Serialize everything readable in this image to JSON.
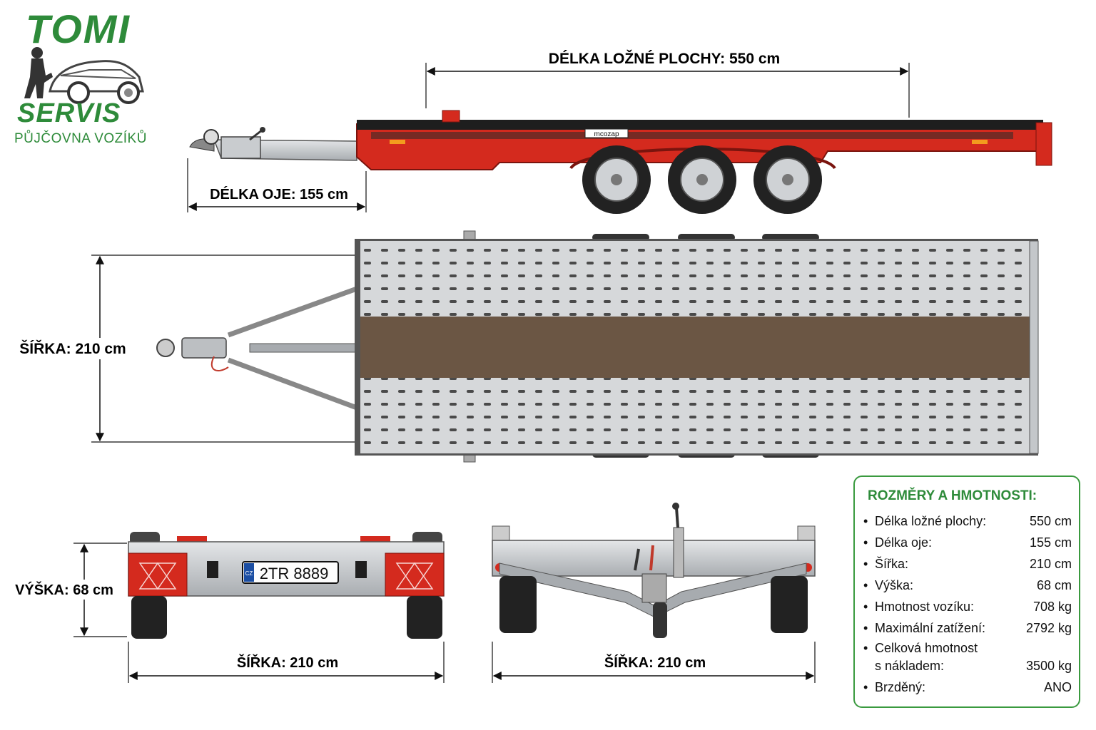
{
  "logo": {
    "name_top": "TOMI",
    "name_bottom": "SERVIS",
    "subtitle": "PŮJČOVNA VOZÍKŮ",
    "color": "#2e8b3a"
  },
  "dimensions": {
    "bed_length": "DÉLKA LOŽNÉ PLOCHY: 550 cm",
    "drawbar_length": "DÉLKA OJE: 155 cm",
    "width_top_view": "ŠÍŘKA: 210 cm",
    "height_rear": "VÝŠKA: 68 cm",
    "width_rear": "ŠÍŘKA: 210 cm",
    "width_front": "ŠÍŘKA: 210 cm"
  },
  "trailer": {
    "brand": "mcozap",
    "license_plate": "2TR 8889",
    "plate_country": "CZ",
    "frame_color": "#d42a1e",
    "steel_color": "#b9bcbf",
    "floor_color": "#6b5644"
  },
  "specs": {
    "title": "ROZMĚRY A HMOTNOSTI:",
    "bullet": "•",
    "rows": [
      {
        "label": "Délka ložné plochy:",
        "value": "550 cm"
      },
      {
        "label": "Délka oje:",
        "value": "155 cm"
      },
      {
        "label": "Šířka:",
        "value": "210 cm"
      },
      {
        "label": "Výška:",
        "value": "68 cm"
      },
      {
        "label": "Hmotnost vozíku:",
        "value": "708 kg"
      },
      {
        "label": "Maximální zatížení:",
        "value": "2792 kg"
      },
      {
        "label": "Celková hmotnost",
        "label2": "s nákladem:",
        "value": "3500 kg"
      },
      {
        "label": "Brzděný:",
        "value": "ANO"
      }
    ],
    "accent": "#3a9a3f"
  }
}
